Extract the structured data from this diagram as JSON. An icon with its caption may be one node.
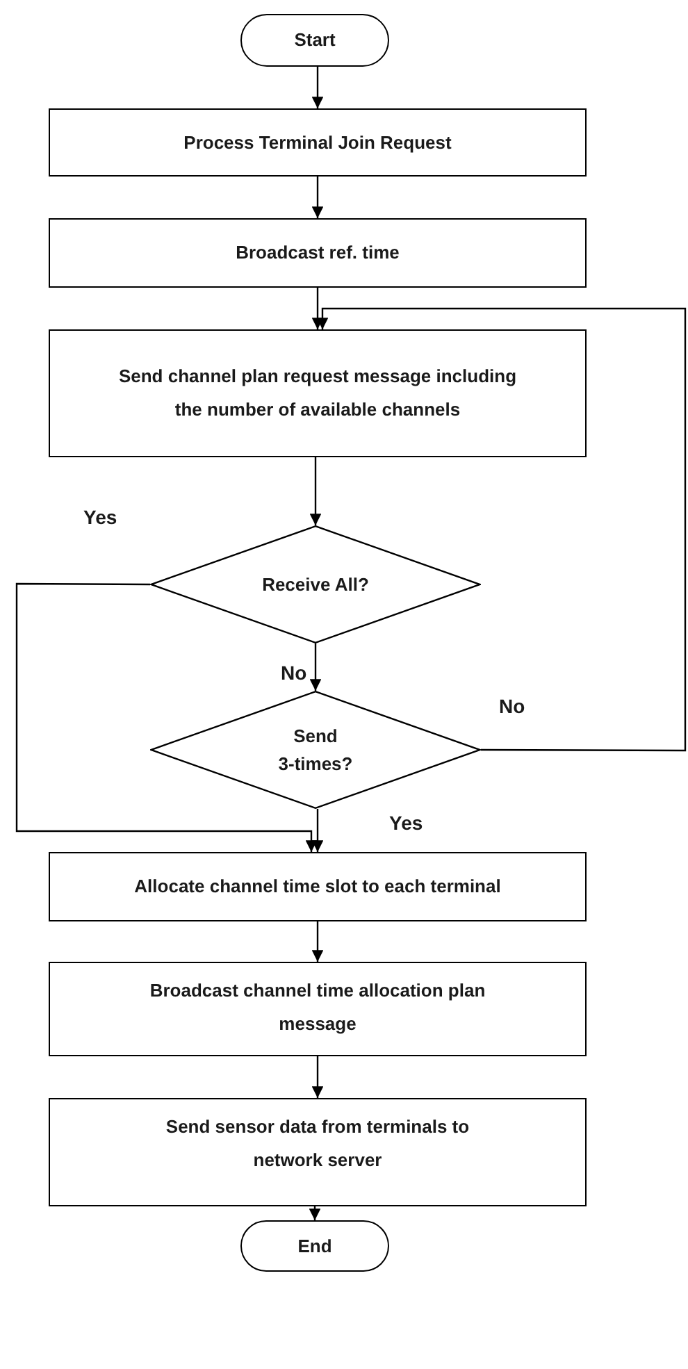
{
  "diagram": {
    "nodes": [
      {
        "text": [
          "Start"
        ]
      },
      {
        "text": [
          "Process Terminal Join Request"
        ]
      },
      {
        "text": [
          "Broadcast ref. time"
        ]
      },
      {
        "text": [
          "Send channel plan request message including the number of available channels"
        ]
      },
      {
        "text": [
          "Receive All?"
        ]
      },
      {
        "text": [
          "Send 3-times?"
        ]
      },
      {
        "text": [
          "Allocate channel time slot to each terminal"
        ]
      },
      {
        "text": [
          "Broadcast channel time allocation plan message"
        ]
      },
      {
        "text": [
          "Send sensor data from terminals to network server"
        ]
      },
      {
        "text": [
          "End"
        ]
      }
    ],
    "edges": [
      {
        "from": 0,
        "to": 1,
        "arrow": "to"
      },
      {
        "from": 1,
        "to": 2,
        "arrow": "to"
      },
      {
        "from": 2,
        "to": 3,
        "arrow": "to"
      },
      {
        "from": 3,
        "to": 4,
        "arrow": "to"
      },
      {
        "from": 4,
        "to": 5,
        "arrow": "to",
        "label": "No"
      },
      {
        "from": 4,
        "to": 6,
        "arrow": "to",
        "label": "Yes"
      },
      {
        "from": 5,
        "to": 6,
        "arrow": "to",
        "label": "Yes"
      },
      {
        "from": 5,
        "to": 3,
        "arrow": "to",
        "label": "No"
      },
      {
        "from": 6,
        "to": 7,
        "arrow": "to"
      },
      {
        "from": 7,
        "to": 8,
        "arrow": "to"
      },
      {
        "from": 8,
        "to": 9,
        "arrow": "to"
      }
    ]
  }
}
